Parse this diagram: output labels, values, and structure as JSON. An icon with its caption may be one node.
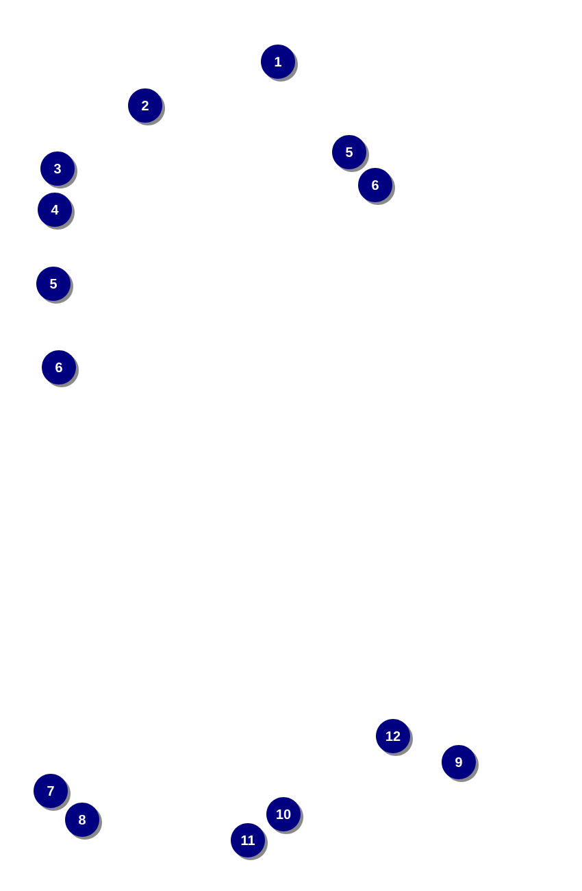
{
  "diagram": {
    "labels": [
      "1",
      "2",
      "5",
      "3",
      "6",
      "4",
      "5",
      "6",
      "12",
      "9",
      "7",
      "10",
      "8",
      "11"
    ]
  }
}
